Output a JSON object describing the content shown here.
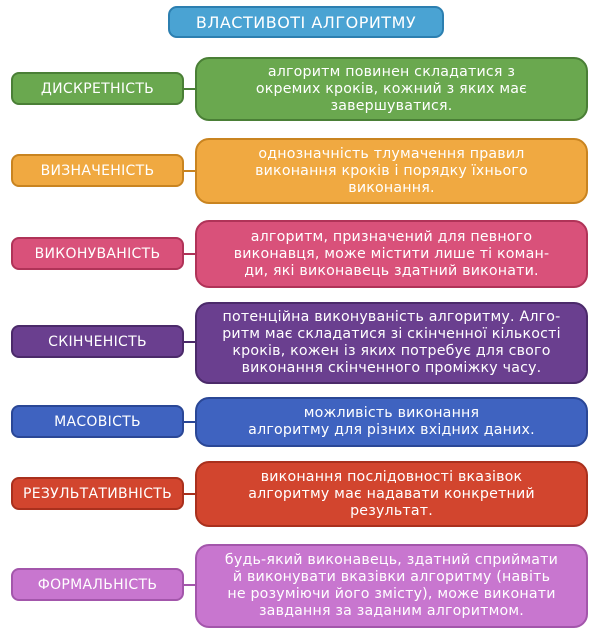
{
  "title": "ВЛАСТИВОТІ АЛГОРИТМУ",
  "properties": [
    {
      "label": "ДИСКРЕТНІСТЬ",
      "description": "алгоритм повинен складатися з\nокремих кроків, кожний з яких має\nзавершуватися.",
      "color": "#6aa84f",
      "border": "#4a7f36"
    },
    {
      "label": "ВИЗНАЧЕНІСТЬ",
      "description": "однозначність тлумачення правил\nвиконання кроків і порядку їхнього\nвиконання.",
      "color": "#f0a941",
      "border": "#c98420"
    },
    {
      "label": "ВИКОНУВАНІСТЬ",
      "description": "алгоритм, призначений для певного\nвиконавця, може містити лише ті коман-\nди, які виконавець здатний виконати.",
      "color": "#d9517a",
      "border": "#b03358"
    },
    {
      "label": "СКІНЧЕНІСТЬ",
      "description": "потенційна виконуваність алгоритму.  Алго-\nритм має складатися зі скінченної кількості\nкроків, кожен із яких потребує для свого\nвиконання скінченного проміжку часу.",
      "color": "#6a3f8f",
      "border": "#4b2a6a"
    },
    {
      "label": "МАСОВІСТЬ",
      "description": "можливість виконання\nалгоритму для різних вхідних даних.",
      "color": "#3f63c0",
      "border": "#2a4796"
    },
    {
      "label": "РЕЗУЛЬТАТИВНІСТЬ",
      "description": "виконання послідовності вказівок\nалгоритму має надавати конкретний\nрезультат.",
      "color": "#d2452e",
      "border": "#a9301d"
    },
    {
      "label": "ФОРМАЛЬНІСТЬ",
      "description": "будь-який виконавець, здатний сприймати\nй виконувати вказівки алгоритму (навіть\nне розуміючи його змісту), може виконати\nзавдання за заданим алгоритмом.",
      "color": "#c876cf",
      "border": "#a356ab"
    }
  ]
}
